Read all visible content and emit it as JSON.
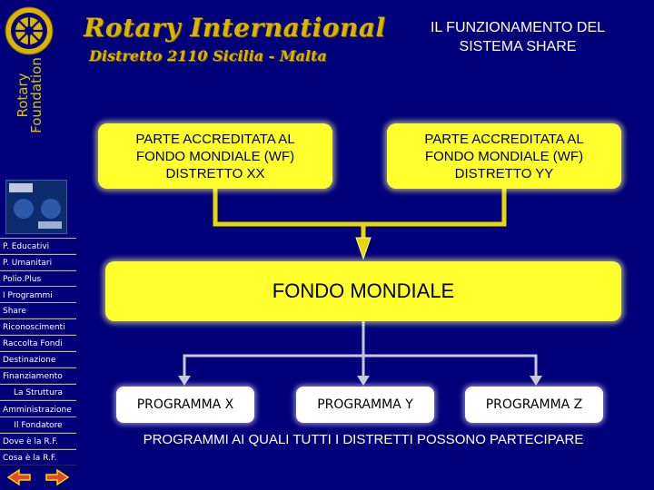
{
  "sidebar": {
    "foundation_label_1": "Rotary",
    "foundation_label_2": "Foundation",
    "items": [
      {
        "label": "P. Educativi"
      },
      {
        "label": "P. Umanitari"
      },
      {
        "label": "Polio.Plus"
      },
      {
        "label": "I Programmi"
      },
      {
        "label": "Share"
      },
      {
        "label": "Riconoscimenti"
      },
      {
        "label": "Raccolta Fondi"
      },
      {
        "label": "Destinazione"
      },
      {
        "label": "Finanziamento"
      },
      {
        "label": "La Struttura"
      },
      {
        "label": "Amministrazione"
      },
      {
        "label": "Il Fondatore"
      },
      {
        "label": "Dove è la R.F."
      },
      {
        "label": "Cosa è la R.F."
      }
    ]
  },
  "header": {
    "logo_title": "Rotary International",
    "logo_subtitle": "Distretto 2110   Sicilia - Malta",
    "slide_title": "IL FUNZIONAMENTO DEL SISTEMA SHARE"
  },
  "diagram": {
    "box_left": "PARTE ACCREDITATA AL FONDO MONDIALE (WF) DISTRETTO XX",
    "box_right": "PARTE ACCREDITATA AL FONDO MONDIALE (WF) DISTRETTO YY",
    "fondo": "FONDO MONDIALE",
    "programs": [
      "PROGRAMMA X",
      "PROGRAMMA Y",
      "PROGRAMMA Z"
    ],
    "note": "PROGRAMMI AI QUALI TUTTI I DISTRETTI POSSONO PARTECIPARE"
  },
  "colors": {
    "background": "#00007a",
    "box_yellow": "#ffff2e",
    "connector_yellow": "#e6d800",
    "arrow_gray": "#c8c8d8"
  },
  "icons": [
    "rotary-wheel-icon",
    "prev-arrow-icon",
    "next-arrow-icon"
  ]
}
